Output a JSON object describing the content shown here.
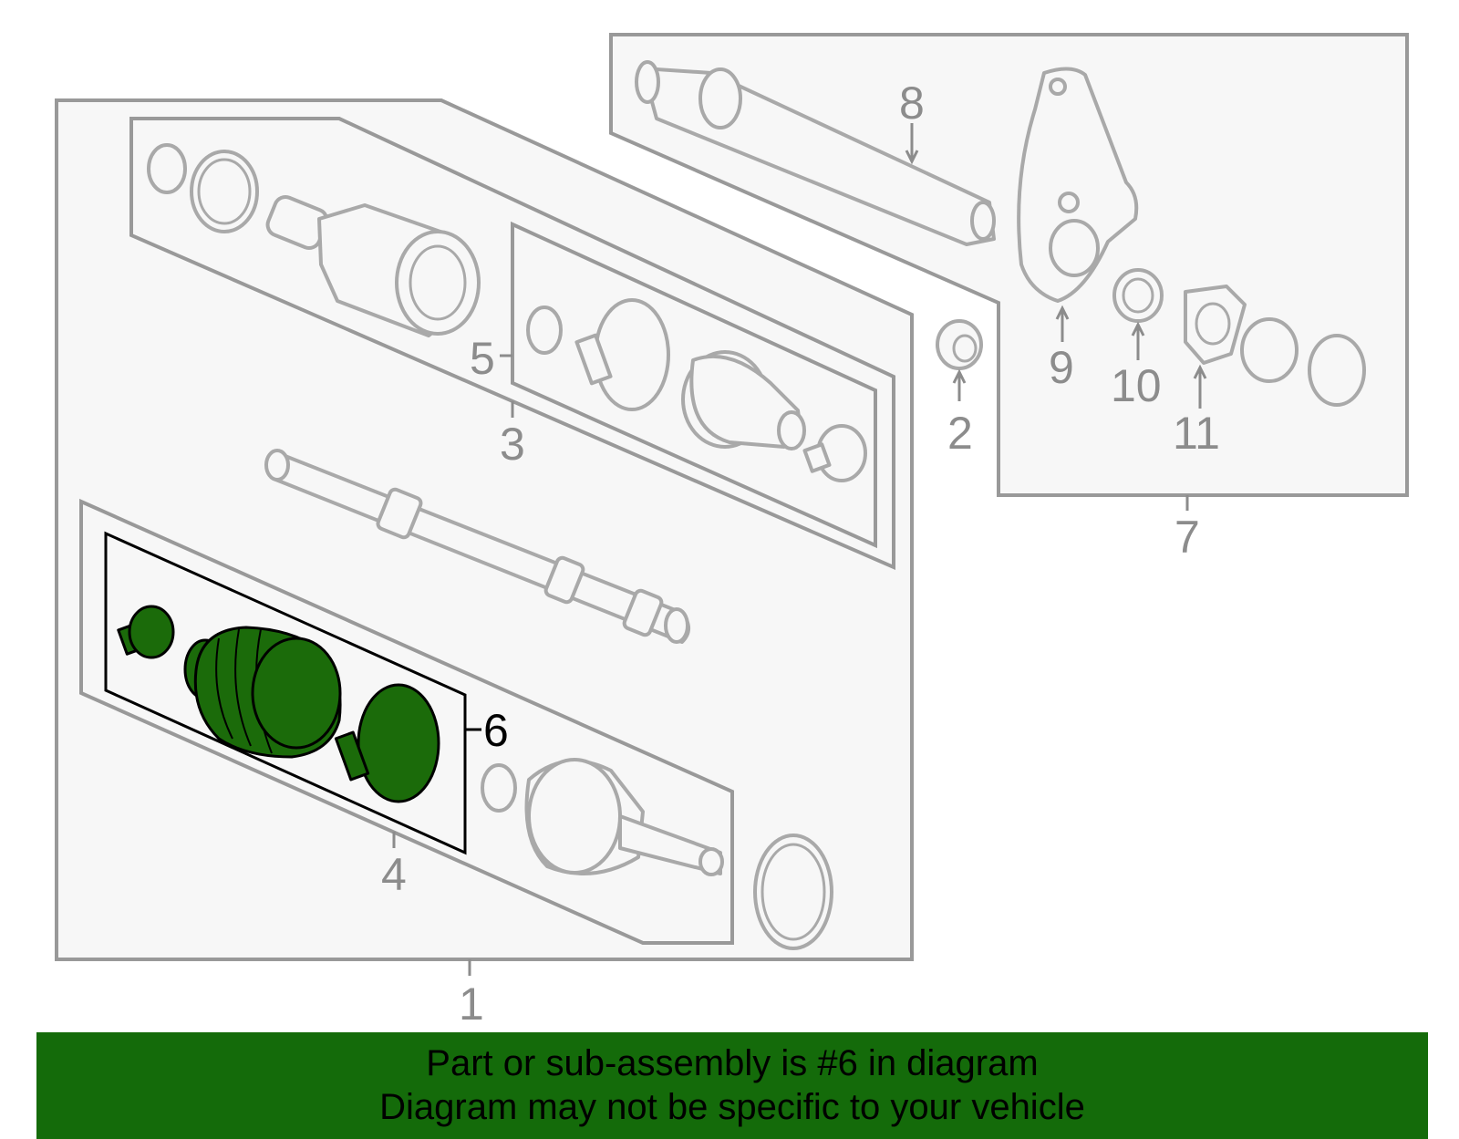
{
  "diagram": {
    "callouts": {
      "c1": "1",
      "c2": "2",
      "c3": "3",
      "c4": "4",
      "c5": "5",
      "c6": "6",
      "c7": "7",
      "c8": "8",
      "c9": "9",
      "c10": "10",
      "c11": "11"
    },
    "highlighted_part": "6",
    "colors": {
      "highlight_fill": "#1b6b0a",
      "banner": "#146b0a",
      "panel": "#f7f7f7",
      "outline": "#a9a9a9"
    }
  },
  "banner": {
    "line1": "Part or sub-assembly is #6 in diagram",
    "line2": "Diagram may not be specific to your vehicle"
  }
}
